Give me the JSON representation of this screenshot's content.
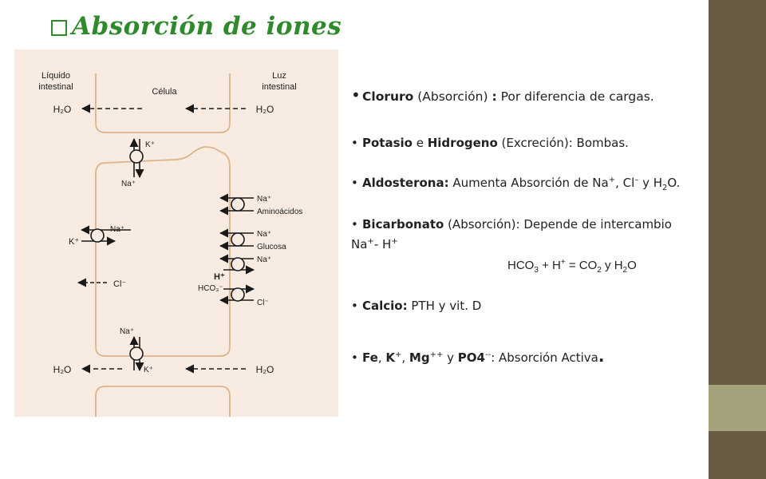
{
  "slide": {
    "title": "Absorción  de iones",
    "colors": {
      "title": "#2f8a2c",
      "sidebar": "#685c45",
      "sidebar_band": "#a4a27a",
      "diagram_bg": "#f7ebe2",
      "cell_line": "#e0b48a"
    }
  },
  "diagram": {
    "liquido": [
      "Líquido",
      "intestinal"
    ],
    "celula": "Célula",
    "luz": [
      "Luz",
      "intestinal"
    ],
    "h2o": "H₂O",
    "k": "K⁺",
    "na": "Na⁺",
    "na_plus": "Na⁺",
    "aminoacidos": "Aminoácidos",
    "glucosa": "Glucosa",
    "h": "H⁺",
    "hco3": "HCO₃⁻",
    "cl": "Cl⁻"
  },
  "bullets": {
    "cloruro": {
      "bold": "Cloruro",
      "rest": " (Absorción) ",
      "bold2": ":",
      "rest2": " Por diferencia  de cargas."
    },
    "potasio": {
      "bold1": "Potasio",
      "mid": " e ",
      "bold2": "Hidrogeno",
      "rest": " (Excreción):  Bombas."
    },
    "aldosterona": {
      "bold": "Aldosterona:",
      "rest": "  Aumenta Absorción de Na",
      "sup1": "+",
      "rest2": ", Cl",
      "sup2": "–",
      "rest3": " y H",
      "sub": "2",
      "rest4": "O."
    },
    "bicarbonato": {
      "bold": "Bicarbonato",
      "rest": " (Absorción):  Depende de intercambio",
      "line2": "Na",
      "sup1": "+",
      "line2b": "- H",
      "sup2": "+"
    },
    "formula": {
      "a": "HCO",
      "sub1": "3",
      "b": " + H",
      "sup": "+",
      "c": " = CO",
      "sub2": "2",
      "d": " y H",
      "sub3": "2",
      "e": "O"
    },
    "calcio": {
      "bold": "Calcio:",
      "rest": " PTH y vit. D"
    },
    "fe": {
      "bold1": "Fe",
      "c1": ", ",
      "bold2": "K",
      "sup1": "+",
      "c2": ", ",
      "bold3": "Mg",
      "sup2": "++",
      "c3": " y ",
      "bold4": "PO4",
      "sup3": "--",
      "rest": ": Absorción Activa",
      "end": "."
    }
  }
}
